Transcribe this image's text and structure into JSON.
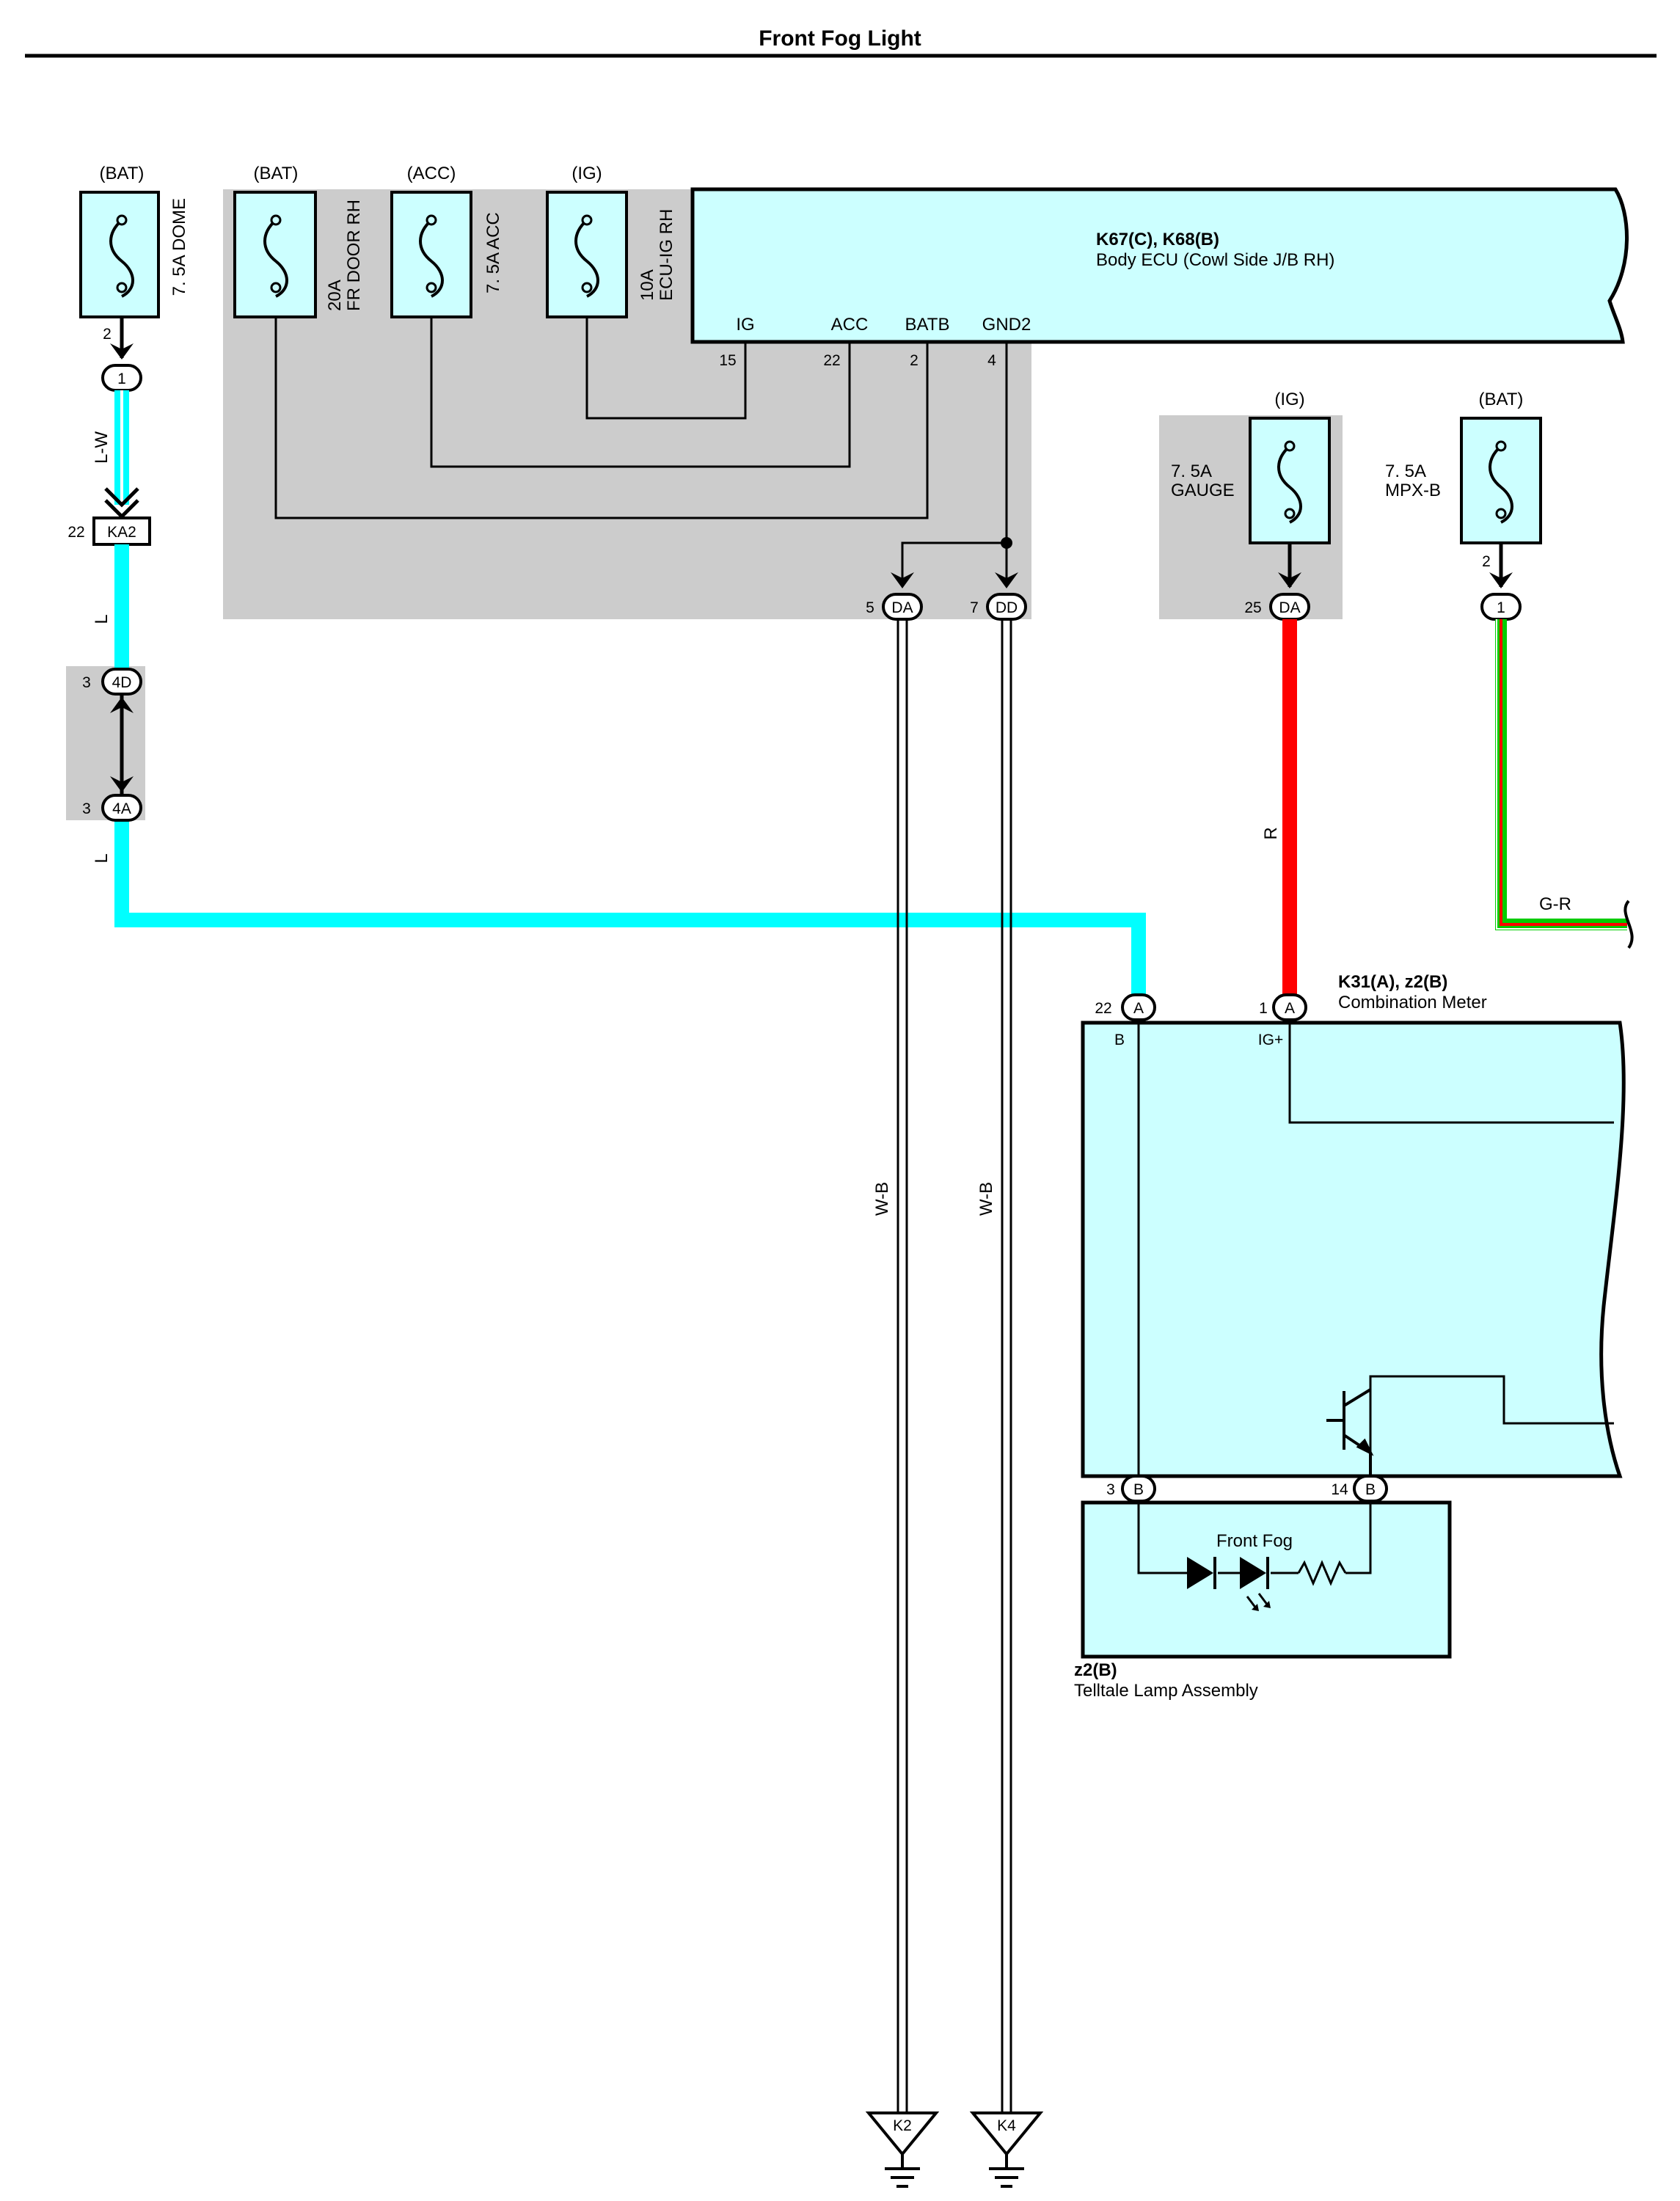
{
  "title": "Front Fog Light",
  "fuses": {
    "dome": {
      "source": "(BAT)",
      "rating": "7. 5A DOME",
      "pin": "2"
    },
    "fr_door": {
      "source": "(BAT)",
      "rating": "20A",
      "name": "FR DOOR RH"
    },
    "acc": {
      "source": "(ACC)",
      "rating": "7. 5A ACC"
    },
    "ecu_ig": {
      "source": "(IG)",
      "rating": "10A",
      "name": "ECU-IG RH"
    },
    "gauge": {
      "source": "(IG)",
      "rating": "7. 5A",
      "name": "GAUGE"
    },
    "mpx": {
      "source": "(BAT)",
      "rating": "7. 5A",
      "name": "MPX-B",
      "pin": "2"
    }
  },
  "body_ecu": {
    "code": "K67(C), K68(B)",
    "name": "Body ECU (Cowl Side J/B RH)",
    "terminals": [
      {
        "name": "IG",
        "pin": "15"
      },
      {
        "name": "ACC",
        "pin": "22"
      },
      {
        "name": "BATB",
        "pin": "2"
      },
      {
        "name": "GND2",
        "pin": "4"
      }
    ]
  },
  "connectors": {
    "dome_plug": "1",
    "ka2": {
      "id": "KA2",
      "pin": "22"
    },
    "c4d": {
      "id": "4D",
      "pin": "3"
    },
    "c4a": {
      "id": "4A",
      "pin": "3"
    },
    "da_left": {
      "id": "DA",
      "pin": "5"
    },
    "dd": {
      "id": "DD",
      "pin": "7"
    },
    "da_gauge": {
      "id": "DA",
      "pin": "25"
    },
    "mpx_plug": "1"
  },
  "wires": {
    "lw": "L-W",
    "l_upper": "L",
    "l_lower": "L",
    "wb1": "W-B",
    "wb2": "W-B",
    "r": "R",
    "gr": "G-R"
  },
  "meter": {
    "code": "K31(A), z2(B)",
    "name": "Combination Meter",
    "pin_a22": {
      "pin": "22",
      "id": "A",
      "terminal": "B"
    },
    "pin_a1": {
      "pin": "1",
      "id": "A",
      "terminal": "IG+"
    },
    "pin_b3": {
      "pin": "3",
      "id": "B"
    },
    "pin_b14": {
      "pin": "14",
      "id": "B"
    }
  },
  "telltale": {
    "code": "z2(B)",
    "name": "Telltale Lamp Assembly",
    "lamp_label": "Front Fog"
  },
  "grounds": [
    "K2",
    "K4"
  ],
  "colors": {
    "wire_blue": "#00ffff",
    "wire_red": "#ff0000",
    "wire_green": "#00cc00",
    "component_fill": "#ccffff",
    "shade": "#cccccc"
  }
}
